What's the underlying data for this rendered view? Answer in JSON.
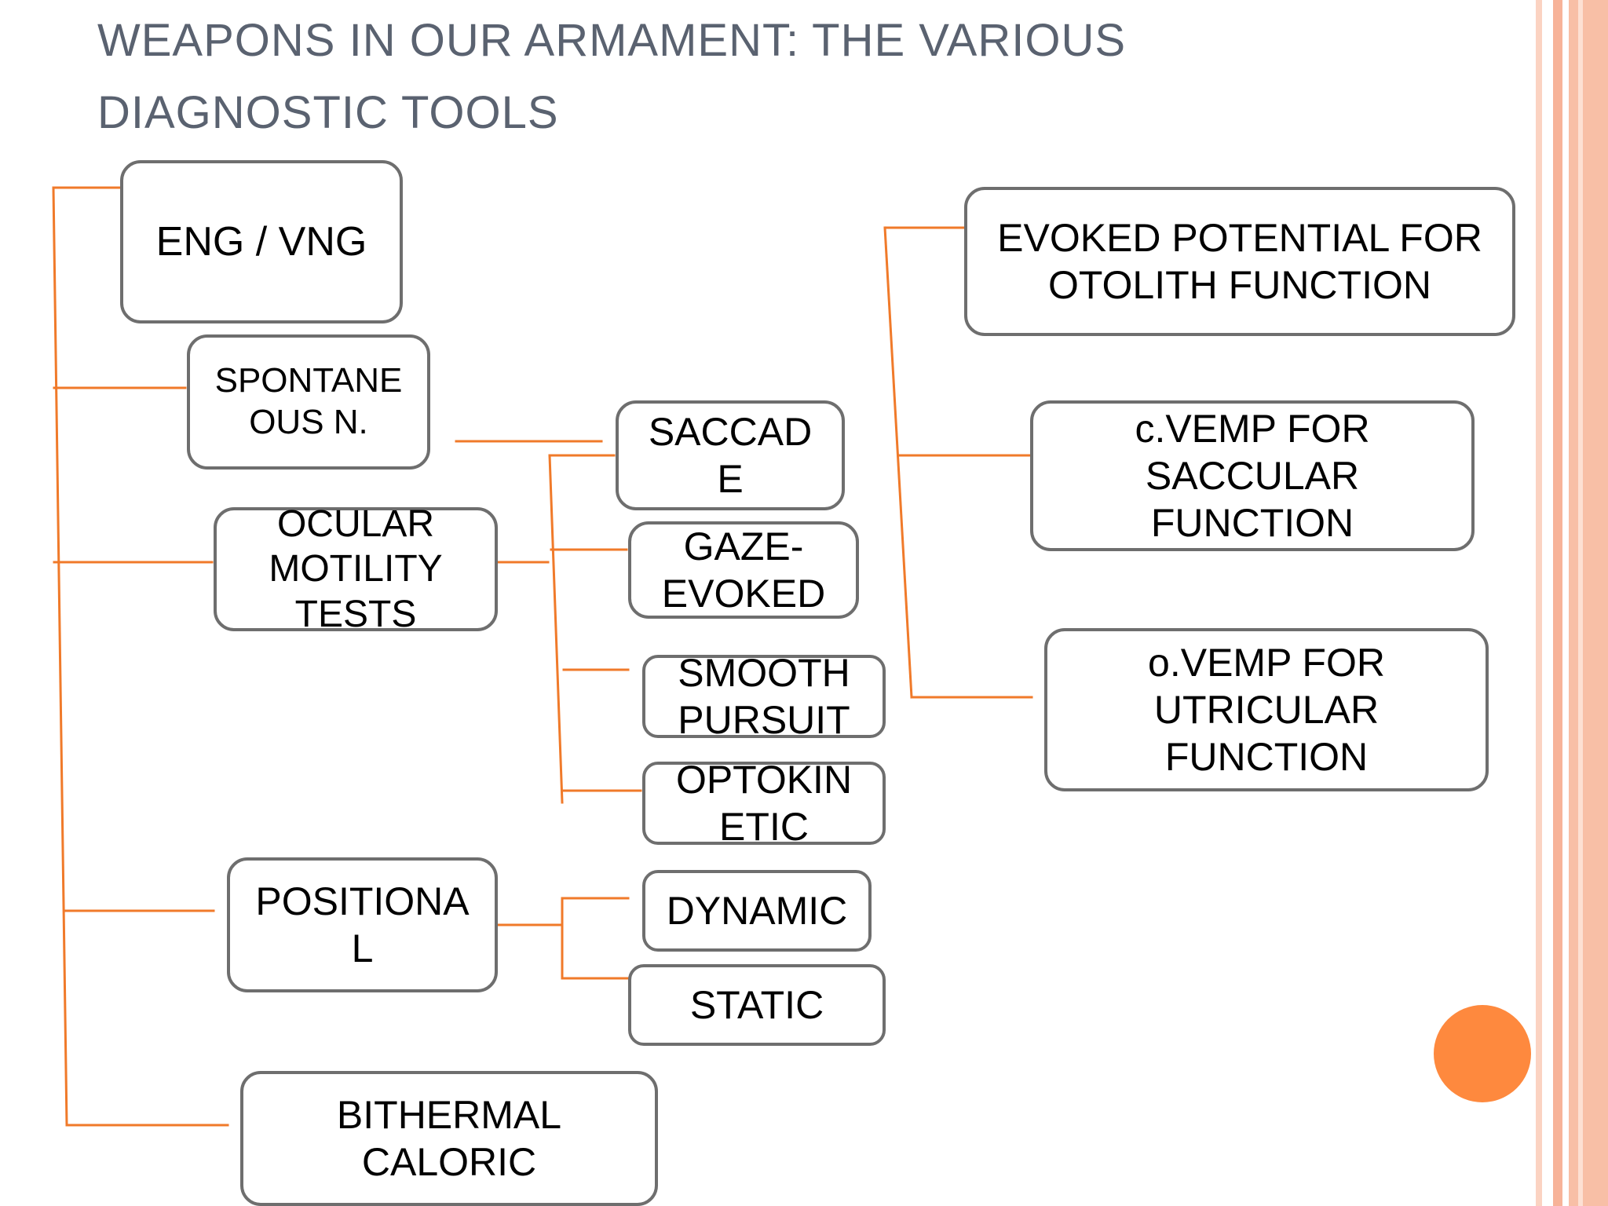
{
  "slide": {
    "title_line1": "WEAPONS IN OUR ARMAMENT: THE VARIOUS",
    "title_line2": "DIAGNOSTIC TOOLS"
  },
  "colors": {
    "connector": "#f07a2a",
    "box_border": "#6e6e6e",
    "title": "#5a6270",
    "accent_dot": "#fe893e",
    "stripe_light": "#fbd3c2",
    "stripe_mid": "#f7b399"
  },
  "boxes": {
    "eng_vng": "ENG / VNG",
    "spontaneous": [
      "SPONTANE",
      "OUS N."
    ],
    "ocular": [
      "OCULAR",
      "MOTILITY",
      "TESTS"
    ],
    "positional": [
      "POSITIONA",
      "L"
    ],
    "bithermal": [
      "BITHERMAL",
      "CALORIC"
    ],
    "saccade": [
      "SACCAD",
      "E"
    ],
    "gaze": [
      "GAZE-",
      "EVOKED"
    ],
    "smooth": [
      "SMOOTH",
      "PURSUIT"
    ],
    "optokinetic": [
      "OPTOKIN",
      "ETIC"
    ],
    "dynamic": "DYNAMIC",
    "static": "STATIC",
    "evoked": [
      "EVOKED POTENTIAL FOR",
      "OTOLITH FUNCTION"
    ],
    "cvemp": [
      "c.VEMP FOR",
      "SACCULAR",
      "FUNCTION"
    ],
    "ovemp": [
      "o.VEMP FOR",
      "UTRICULAR",
      "FUNCTION"
    ]
  }
}
